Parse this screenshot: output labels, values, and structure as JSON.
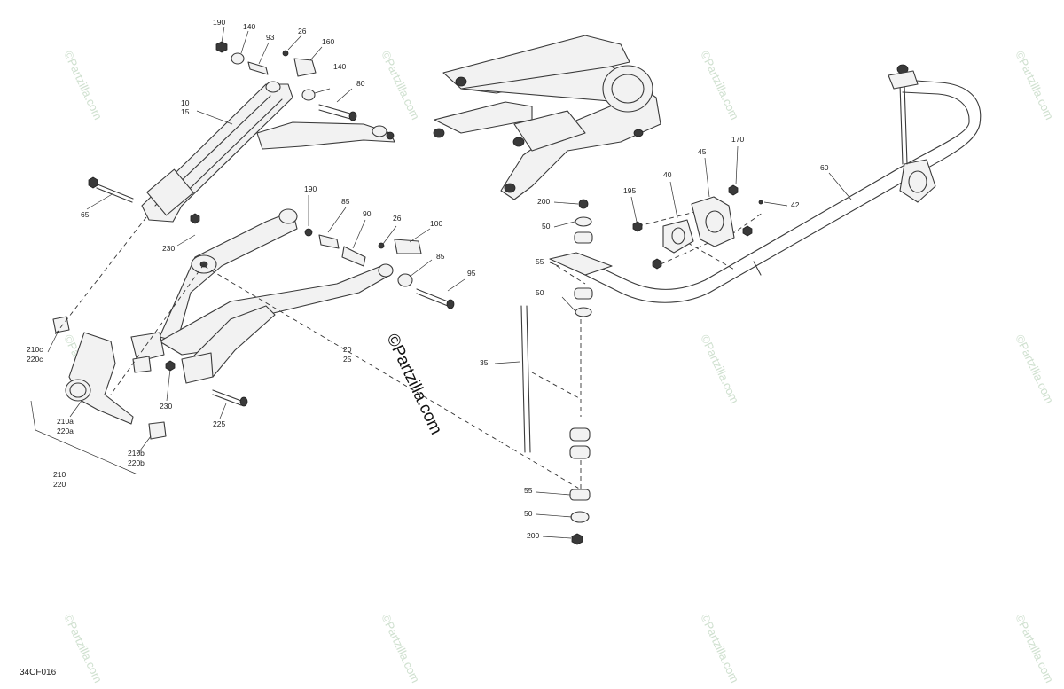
{
  "watermark": {
    "main": "©Partzilla.com",
    "faint": "©Partzilla.com"
  },
  "diagram_code": "34CF016",
  "callouts": {
    "c190a": "190",
    "c140a": "140",
    "c93": "93",
    "c26a": "26",
    "c160": "160",
    "c140b": "140",
    "c80": "80",
    "c10": "10",
    "c15": "15",
    "c65": "65",
    "c230a": "230",
    "c190b": "190",
    "c85a": "85",
    "c90": "90",
    "c26b": "26",
    "c100": "100",
    "c85b": "85",
    "c95": "95",
    "c20": "20",
    "c25": "25",
    "c210c": "210c",
    "c220c": "220c",
    "c210a": "210a",
    "c220a": "220a",
    "c230b": "230",
    "c225": "225",
    "c210b": "210b",
    "c220b": "220b",
    "c210": "210",
    "c220": "220",
    "c170": "170",
    "c45": "45",
    "c40": "40",
    "c195": "195",
    "c200a": "200",
    "c50a": "50",
    "c42": "42",
    "c60": "60",
    "c55a": "55",
    "c50b": "50",
    "c35": "35",
    "c55b": "55",
    "c50c": "50",
    "c200b": "200"
  }
}
